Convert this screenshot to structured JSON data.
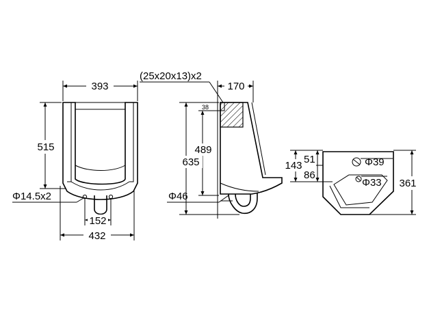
{
  "front_view": {
    "width_top": "393",
    "height": "515",
    "hole_diameter": "Φ14.5x2",
    "hole_spacing": "152",
    "width_overall": "432"
  },
  "side_view": {
    "bracket": "(25x20x13)x2",
    "depth": "170",
    "bracket_offset": "38",
    "inlet_height": "489",
    "total_height": "635",
    "outlet_diameter": "Φ46"
  },
  "top_view": {
    "offset_total": "143",
    "offset_upper": "51",
    "offset_lower": "86",
    "inlet_diameter": "Φ39",
    "outlet_diameter": "Φ33",
    "depth": "361"
  }
}
